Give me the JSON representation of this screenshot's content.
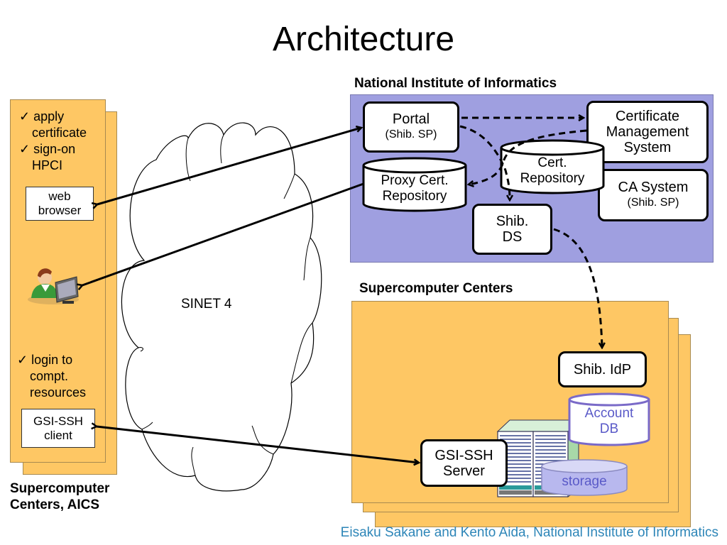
{
  "slide": {
    "title": "Architecture",
    "footer": "Eisaku Sakane and Kento Aida, National Institute of Informatics"
  },
  "client_site": {
    "label": [
      "Supercomputer",
      "Centers, AICS"
    ],
    "tasks_top": [
      "apply certificate",
      "sign-on HPCI"
    ],
    "tasks_bottom": [
      "login to compt. resources"
    ],
    "checkmark": "✓",
    "web_browser": [
      "web",
      "browser"
    ],
    "gsi_ssh_client": [
      "GSI-SSH",
      "client"
    ],
    "user_icon": "user-at-computer-icon"
  },
  "network": {
    "label": "SINET 4"
  },
  "nii": {
    "label": "National Institute of Informatics",
    "portal": {
      "name": "Portal",
      "sub": "(Shib. SP)"
    },
    "cert_mgmt": [
      "Certificate",
      "Management",
      "System"
    ],
    "cert_repo": [
      "Cert.",
      "Repository"
    ],
    "proxy_repo": [
      "Proxy Cert.",
      "Repository"
    ],
    "ca_system": {
      "name": "CA System",
      "sub": "(Shib. SP)"
    },
    "shib_ds": [
      "Shib.",
      "DS"
    ]
  },
  "centers": {
    "label": "Supercomputer Centers",
    "shib_idp": "Shib. IdP",
    "account_db": [
      "Account",
      "DB"
    ],
    "gsi_ssh_server": [
      "GSI-SSH",
      "Server"
    ],
    "storage": "storage"
  },
  "colors": {
    "orange": "#fec764",
    "purple": "#9f9fe0",
    "footer": "#2e86b8",
    "db_text": "#5a5ac8"
  }
}
